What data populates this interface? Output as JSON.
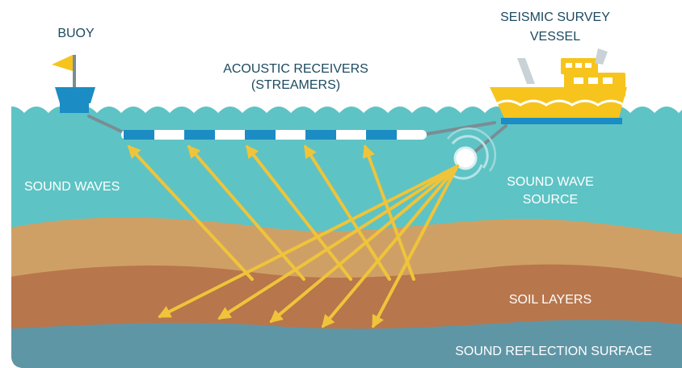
{
  "labels": {
    "buoy": "BUOY",
    "vessel_line1": "SEISMIC SURVEY",
    "vessel_line2": "VESSEL",
    "receivers_line1": "ACOUSTIC RECEIVERS",
    "receivers_line2": "(STREAMERS)",
    "sound_waves": "SOUND WAVES",
    "source_line1": "SOUND WAVE",
    "source_line2": "SOURCE",
    "soil_layers": "SOIL LAYERS",
    "reflection_surface": "SOUND REFLECTION SURFACE"
  },
  "colors": {
    "ocean": "#5ec3c4",
    "soil_light": "#cfa065",
    "soil_dark": "#b8764c",
    "bedrock": "#5f96a6",
    "vessel": "#f6c41c",
    "streamer_blue": "#1c8cc4",
    "buoy_blue": "#1c8cc4",
    "flag": "#f6c41c",
    "arrow": "#efc43a",
    "label_dark": "#1d4a60",
    "label_light": "#ffffff"
  }
}
